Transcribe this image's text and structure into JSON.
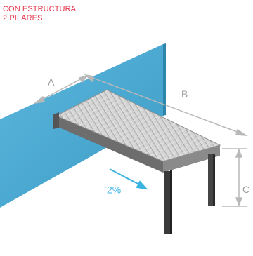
{
  "heading": {
    "line1": "CON ESTRUCTURA",
    "line2": "2 PILARES"
  },
  "dimensions": {
    "a": "A",
    "b": "B",
    "c": "C"
  },
  "slope": {
    "sign": "±",
    "value": "2%"
  },
  "colors": {
    "heading": "#e5334a",
    "wall": "#4aa7cf",
    "wall_dark": "#2f86ad",
    "roof": "#d5d5d5",
    "slats": "#a9a9a9",
    "posts": "#3a3a3a",
    "dimension_lines": "#b8b8b8",
    "slope_arrow": "#3ab3e0"
  }
}
